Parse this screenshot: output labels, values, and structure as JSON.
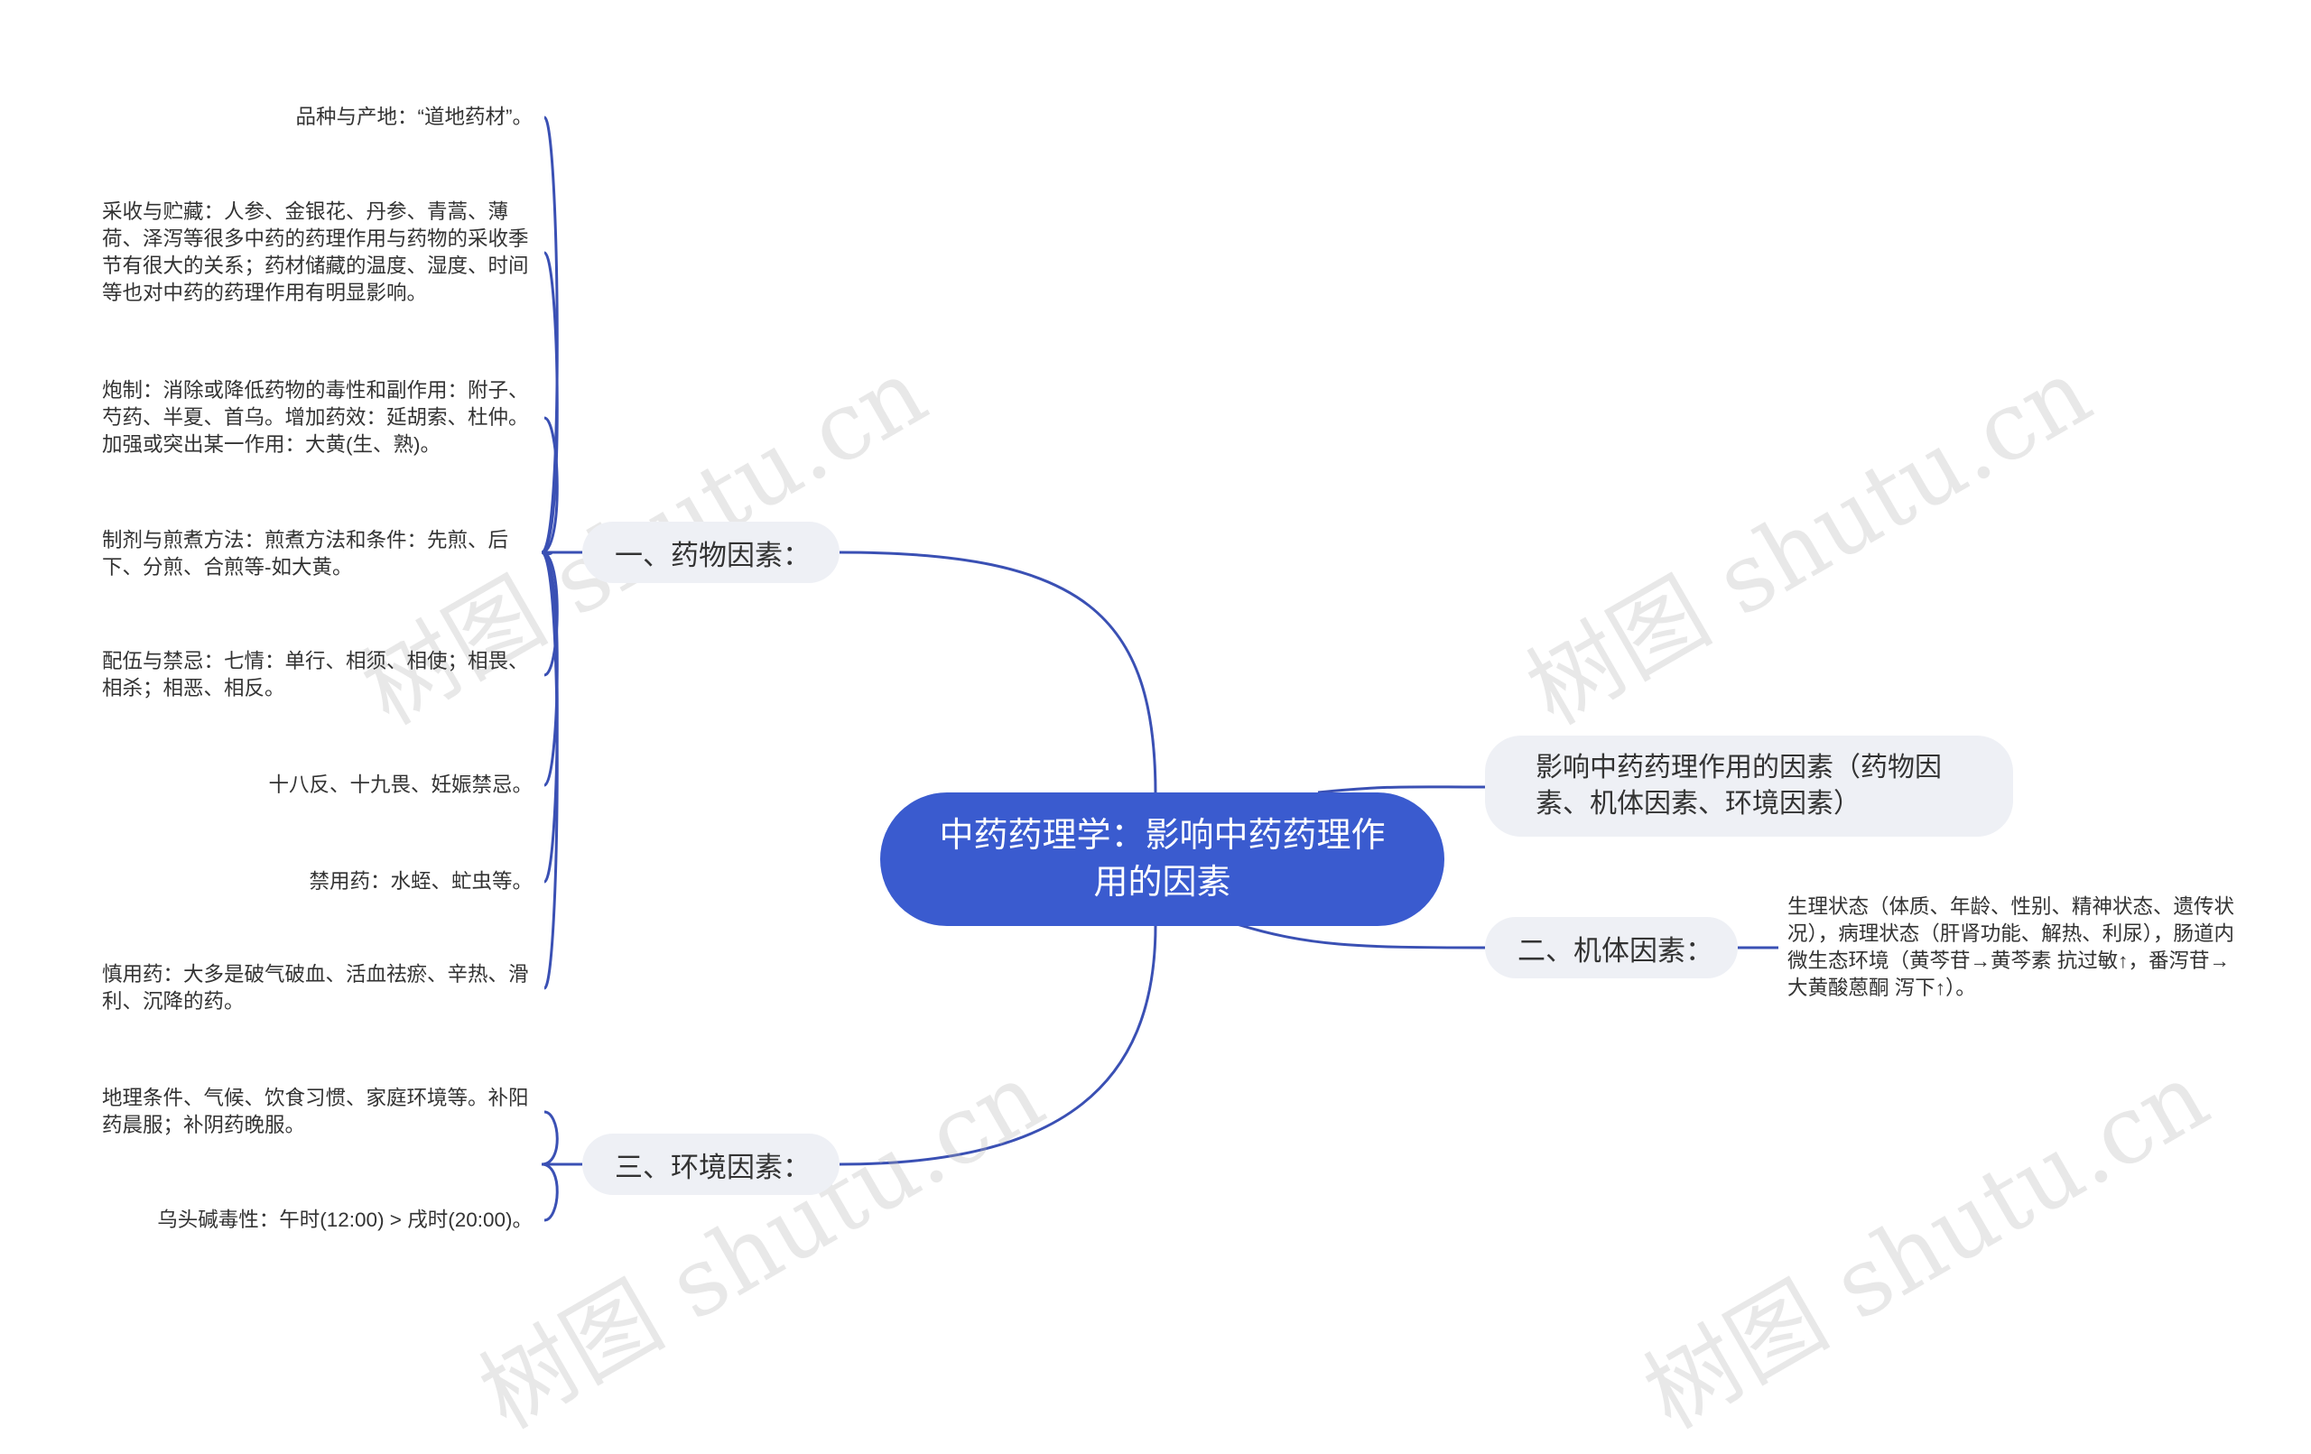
{
  "central": {
    "label": "中药药理学：影响中药药理作用的因素"
  },
  "branches": {
    "drug": {
      "label": "一、药物因素：",
      "leaves": [
        "品种与产地：“道地药材”。",
        "采收与贮藏：人参、金银花、丹参、青蒿、薄荷、泽泻等很多中药的药理作用与药物的采收季节有很大的关系；药材储藏的温度、湿度、时间等也对中药的药理作用有明显影响。",
        "炮制：消除或降低药物的毒性和副作用：附子、芍药、半夏、首乌。增加药效：延胡索、杜仲。加强或突出某一作用：大黄(生、熟)。",
        "制剂与煎煮方法：煎煮方法和条件：先煎、后下、分煎、合煎等-如大黄。",
        "配伍与禁忌：七情：单行、相须、相使；相畏、相杀；相恶、相反。",
        "十八反、十九畏、妊娠禁忌。",
        "禁用药：水蛭、虻虫等。",
        "慎用药：大多是破气破血、活血祛瘀、辛热、滑利、沉降的药。"
      ]
    },
    "summary": {
      "label": "影响中药药理作用的因素（药物因素、机体因素、环境因素）"
    },
    "body": {
      "label": "二、机体因素：",
      "leaves": [
        "生理状态（体质、年龄、性别、精神状态、遗传状况），病理状态（肝肾功能、解热、利尿），肠道内微生态环境（黄芩苷→黄芩素 抗过敏↑，番泻苷→大黄酸蒽酮 泻下↑）。"
      ]
    },
    "env": {
      "label": "三、环境因素：",
      "leaves": [
        "地理条件、气候、饮食习惯、家庭环境等。补阳药晨服；补阴药晚服。",
        "乌头碱毒性：午时(12:00) > 戌时(20:00)。"
      ]
    }
  },
  "watermark": "树图 shutu.cn",
  "colors": {
    "central_bg": "#3a5bcf",
    "branch_bg": "#eef0f5",
    "line": "#3a50b4",
    "text": "#333333"
  }
}
